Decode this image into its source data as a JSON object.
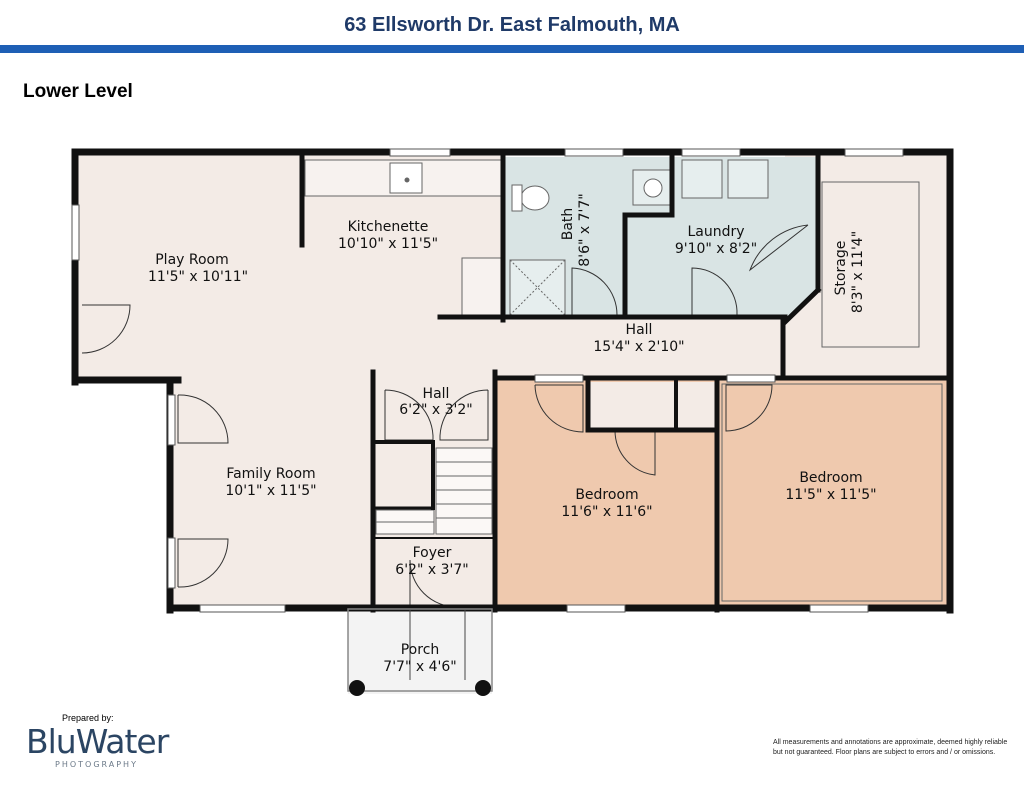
{
  "header": {
    "title": "63 Ellsworth Dr. East Falmouth, MA",
    "accent_color": "#1e5fb5",
    "title_color": "#1f3a68"
  },
  "level": {
    "label": "Lower Level"
  },
  "room_colors": {
    "wall": "#111111",
    "living": "#f3ebe6",
    "wet": "#d9e4e4",
    "bedroom": "#efc9ae",
    "porch": "#f3f3f3"
  },
  "rooms": {
    "play_room": {
      "name": "Play Room",
      "dims": "11'5\" x 10'11\""
    },
    "kitchenette": {
      "name": "Kitchenette",
      "dims": "10'10\" x 11'5\""
    },
    "bath": {
      "name": "Bath",
      "dims": "8'6\" x 7'7\""
    },
    "laundry": {
      "name": "Laundry",
      "dims": "9'10\" x 8'2\""
    },
    "storage": {
      "name": "Storage",
      "dims": "8'3\" x 11'4\""
    },
    "hall_main": {
      "name": "Hall",
      "dims": "15'4\" x 2'10\""
    },
    "hall_small": {
      "name": "Hall",
      "dims": "6'2\" x 3'2\""
    },
    "family_room": {
      "name": "Family Room",
      "dims": "10'1\" x 11'5\""
    },
    "bedroom_1": {
      "name": "Bedroom",
      "dims": "11'6\" x 11'6\""
    },
    "bedroom_2": {
      "name": "Bedroom",
      "dims": "11'5\" x 11'5\""
    },
    "foyer": {
      "name": "Foyer",
      "dims": "6'2\" x 3'7\""
    },
    "porch": {
      "name": "Porch",
      "dims": "7'7\" x 4'6\""
    }
  },
  "branding": {
    "prepared_by": "Prepared by:",
    "logo_name": "BluWater",
    "logo_sub": "PHOTOGRAPHY"
  },
  "disclaimer": "All measurements and annotations are approximate, deemed highly reliable but not guaranteed. Floor plans are subject to errors and / or omissions."
}
